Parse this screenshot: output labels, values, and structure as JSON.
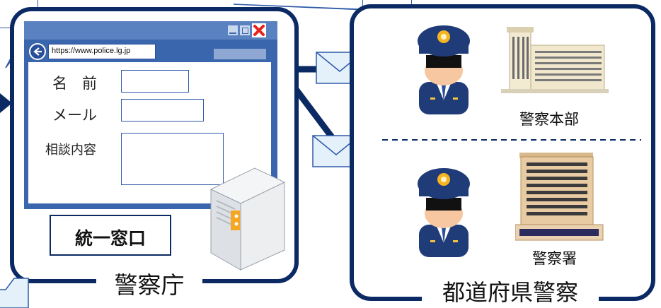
{
  "left_panel": {
    "caption": "警察庁"
  },
  "right_panel": {
    "caption": "都道府県警察"
  },
  "browser": {
    "url": "https://www.police.lg.jp",
    "fields": [
      {
        "label": "名　前"
      },
      {
        "label": "メール"
      },
      {
        "label": "相談内容"
      }
    ]
  },
  "unified_window": {
    "label": "統一窓口"
  },
  "hq": {
    "label": "警察本部"
  },
  "station": {
    "label": "警察署"
  },
  "colors": {
    "frame": "#0b2a63",
    "browser_chrome": "#5a82c0",
    "browser_frame": "#3a66ad",
    "envelope": "#e4f1fb"
  }
}
